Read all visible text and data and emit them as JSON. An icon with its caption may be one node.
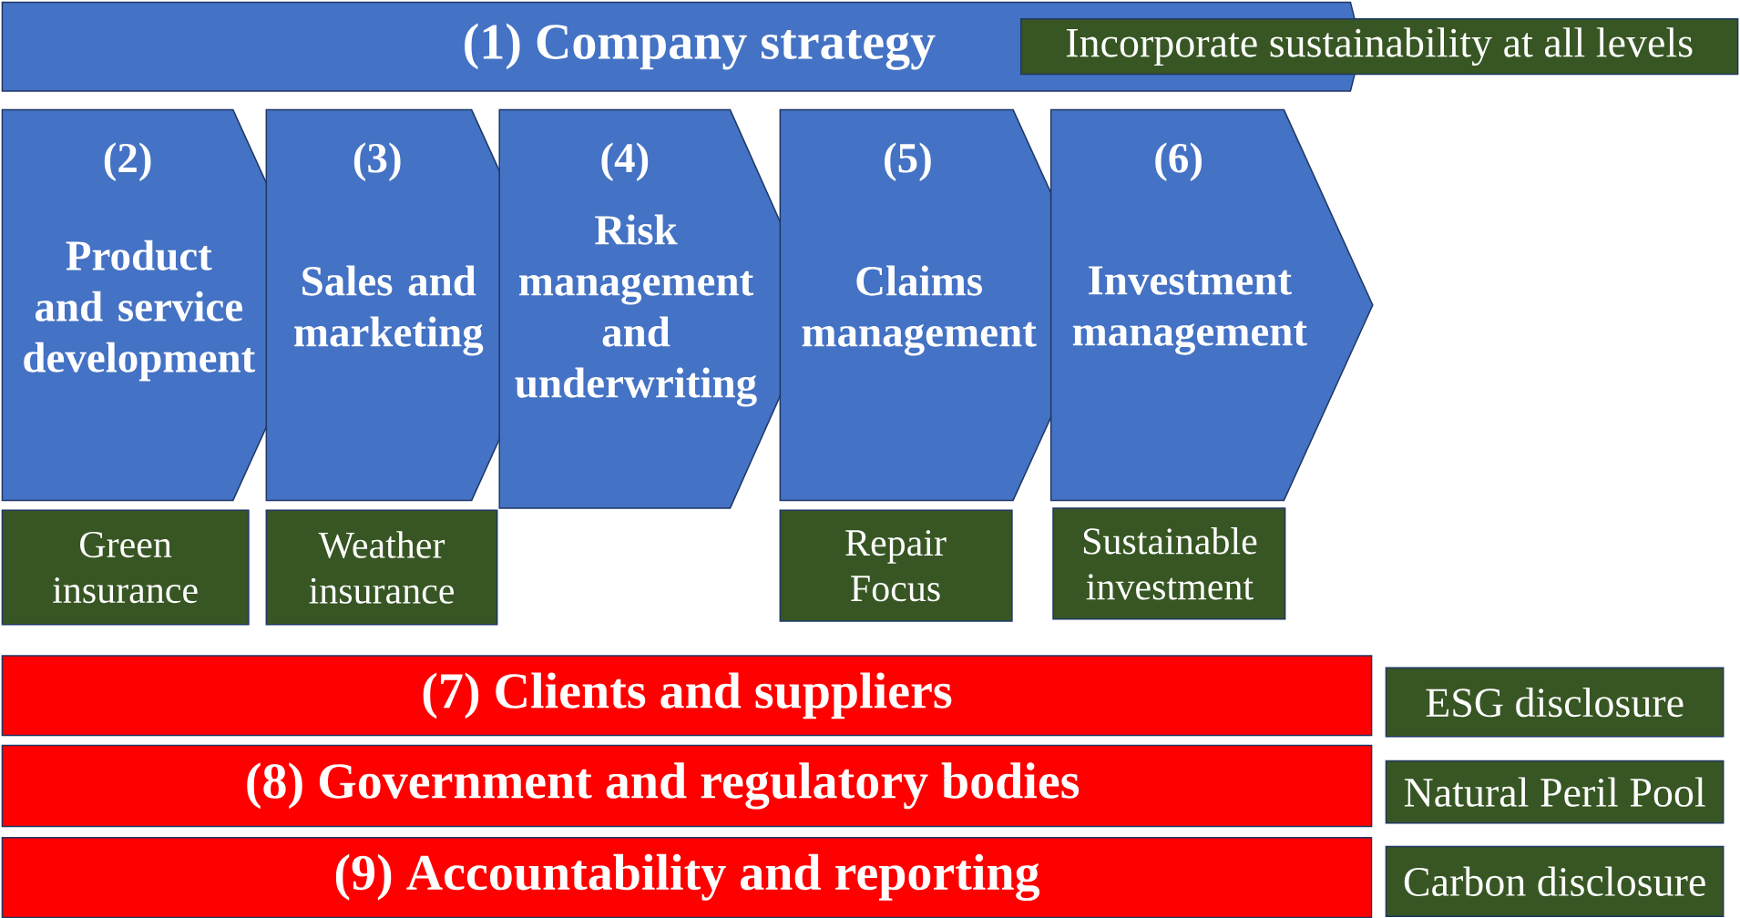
{
  "diagram": {
    "nodes": [
      {
        "text": [
          "(1) Company strategy"
        ]
      },
      {
        "text": [
          "Incorporate sustainability at all levels"
        ]
      },
      {
        "text": [
          "(2)",
          "Product and service development"
        ]
      },
      {
        "text": [
          "(3)",
          "Sales and marketing"
        ]
      },
      {
        "text": [
          "(4)",
          "Risk management and underwriting"
        ]
      },
      {
        "text": [
          "(5)",
          "Claims management"
        ]
      },
      {
        "text": [
          "(6)",
          "Investment management"
        ]
      },
      {
        "text": [
          "Green insurance"
        ]
      },
      {
        "text": [
          "Weather insurance"
        ]
      },
      {
        "text": [
          "Repair Focus"
        ]
      },
      {
        "text": [
          "Sustainable investment"
        ]
      },
      {
        "text": [
          "(7) Clients and suppliers"
        ]
      },
      {
        "text": [
          "(8) Government and regulatory bodies"
        ]
      },
      {
        "text": [
          "(9) Accountability and reporting"
        ]
      },
      {
        "text": [
          "ESG disclosure"
        ]
      },
      {
        "text": [
          "Natural Peril Pool"
        ]
      },
      {
        "text": [
          "Carbon disclosure"
        ]
      }
    ]
  }
}
